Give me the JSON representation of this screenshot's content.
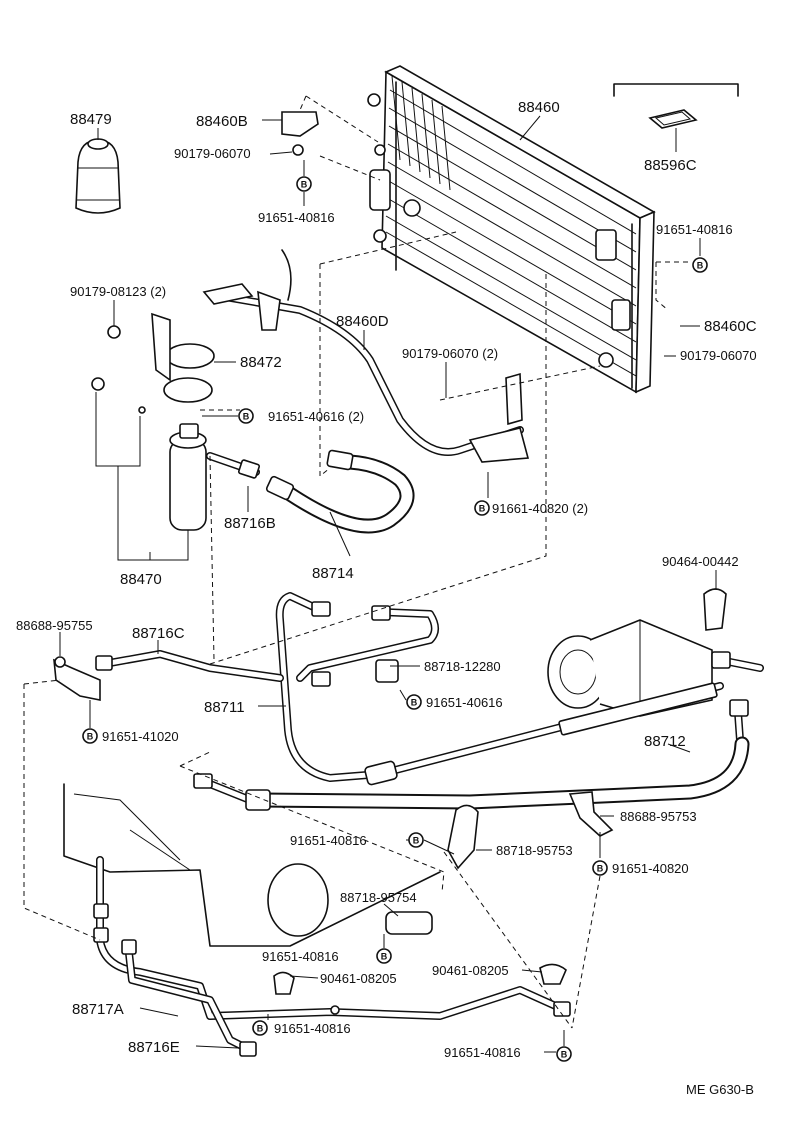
{
  "diagram_code": "ME G630-B",
  "bolt_marker": "B",
  "labels": {
    "p88479": "88479",
    "p88460B": "88460B",
    "p90179_06070_top": "90179-06070",
    "p91651_40816_a": "91651-40816",
    "p88460": "88460",
    "p88596C": "88596C",
    "p91651_40816_b": "91651-40816",
    "p88460C": "88460C",
    "p90179_06070_right": "90179-06070",
    "p90179_08123": "90179-08123 (2)",
    "p88472": "88472",
    "p88460D": "88460D",
    "p90179_06070_mid": "90179-06070 (2)",
    "p91651_40616_2": "91651-40616 (2)",
    "p91661_40820_2": "91661-40820 (2)",
    "p88716B": "88716B",
    "p88714": "88714",
    "p88470": "88470",
    "p90464_00442": "90464-00442",
    "p88688_95755": "88688-95755",
    "p88716C": "88716C",
    "p88718_12280": "88718-12280",
    "p91651_40616": "91651-40616",
    "p88711": "88711",
    "p91651_41020": "91651-41020",
    "p88712": "88712",
    "p88688_95753": "88688-95753",
    "p91651_40816_c": "91651-40816",
    "p88718_95753": "88718-95753",
    "p91651_40820": "91651-40820",
    "p88718_95754": "88718-95754",
    "p91651_40816_d": "91651-40816",
    "p90461_08205_a": "90461-08205",
    "p90461_08205_b": "90461-08205",
    "p88717A": "88717A",
    "p91651_40816_e": "91651-40816",
    "p88716E": "88716E",
    "p91651_40816_f": "91651-40816"
  }
}
